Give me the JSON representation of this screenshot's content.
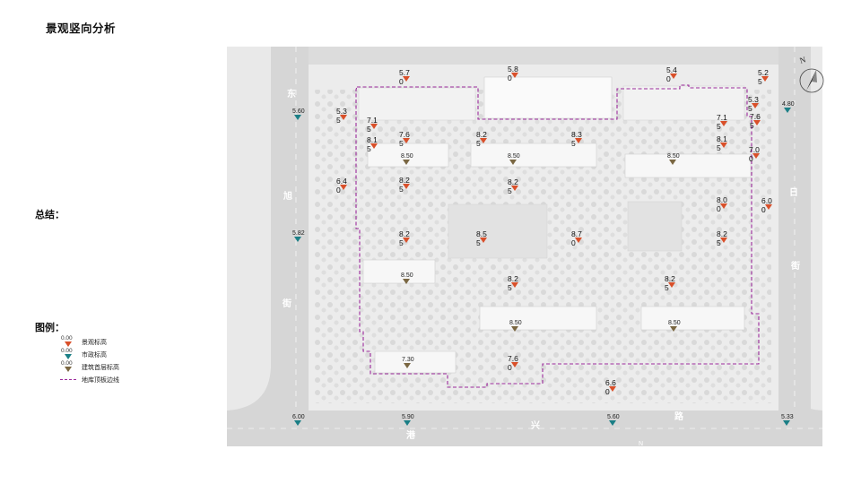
{
  "page": {
    "title": "景观竖向分析",
    "summary_label": "总结：",
    "legend_title": "图例："
  },
  "legend": {
    "items": [
      {
        "name": "legend-landscape-elevation",
        "sample": "0.00",
        "label": "景观标高",
        "color": "#d9502a",
        "kind": "triangle"
      },
      {
        "name": "legend-municipal-elevation",
        "sample": "0.00",
        "label": "市政标高",
        "color": "#1b7f86",
        "kind": "triangle"
      },
      {
        "name": "legend-building-ground-floor-elevation",
        "sample": "0.00",
        "label": "建筑首层标高",
        "color": "#7a6742",
        "kind": "triangle"
      },
      {
        "name": "legend-basement-roof-boundary",
        "label": "地库顶板边线",
        "color": "#9b2a9b",
        "kind": "dashed-line"
      }
    ]
  },
  "map": {
    "north_letter": "N",
    "road_south_letter": "N",
    "road_names": {
      "west": [
        "东",
        "旭",
        "街"
      ],
      "east": [
        "日",
        "街"
      ],
      "south": [
        "港",
        "兴",
        "路"
      ]
    },
    "colors": {
      "landscape": "#d9502a",
      "municipal": "#1b7f86",
      "building": "#7a6742",
      "boundary": "#9b2a9b",
      "road": "#d9d9d9",
      "site": "#eeeeee"
    },
    "landscape_elevations": [
      {
        "l1": "5.7",
        "l2": "0"
      },
      {
        "l1": "5.8",
        "l2": "0"
      },
      {
        "l1": "5.4",
        "l2": "0"
      },
      {
        "l1": "5.2",
        "l2": "5"
      },
      {
        "l1": "5.3",
        "l2": "5"
      },
      {
        "l1": "5.3",
        "l2": "5"
      },
      {
        "l1": "7.6",
        "l2": "5"
      },
      {
        "l1": "7.1",
        "l2": "5"
      },
      {
        "l1": "7.6",
        "l2": "5"
      },
      {
        "l1": "8.2",
        "l2": "5"
      },
      {
        "l1": "8.3",
        "l2": "5"
      },
      {
        "l1": "7.1",
        "l2": "5"
      },
      {
        "l1": "8.1",
        "l2": "5"
      },
      {
        "l1": "8.1",
        "l2": "5"
      },
      {
        "l1": "7.0",
        "l2": "0"
      },
      {
        "l1": "6.4",
        "l2": "0"
      },
      {
        "l1": "8.2",
        "l2": "5"
      },
      {
        "l1": "8.2",
        "l2": "5"
      },
      {
        "l1": "8.0",
        "l2": "0"
      },
      {
        "l1": "6.0",
        "l2": "0"
      },
      {
        "l1": "8.2",
        "l2": "5"
      },
      {
        "l1": "8.5",
        "l2": "5"
      },
      {
        "l1": "8.7",
        "l2": "0"
      },
      {
        "l1": "8.2",
        "l2": "5"
      },
      {
        "l1": "8.2",
        "l2": "5"
      },
      {
        "l1": "8.2",
        "l2": "5"
      },
      {
        "l1": "7.6",
        "l2": "0"
      },
      {
        "l1": "6.6",
        "l2": "0"
      }
    ],
    "municipal_elevations": [
      "5.60",
      "4.80",
      "5.82",
      "6.00",
      "5.90",
      "5.60",
      "5.33"
    ],
    "building_elevations": [
      "8.50",
      "8.50",
      "8.50",
      "8.50",
      "8.50",
      "8.50",
      "7.30"
    ]
  }
}
